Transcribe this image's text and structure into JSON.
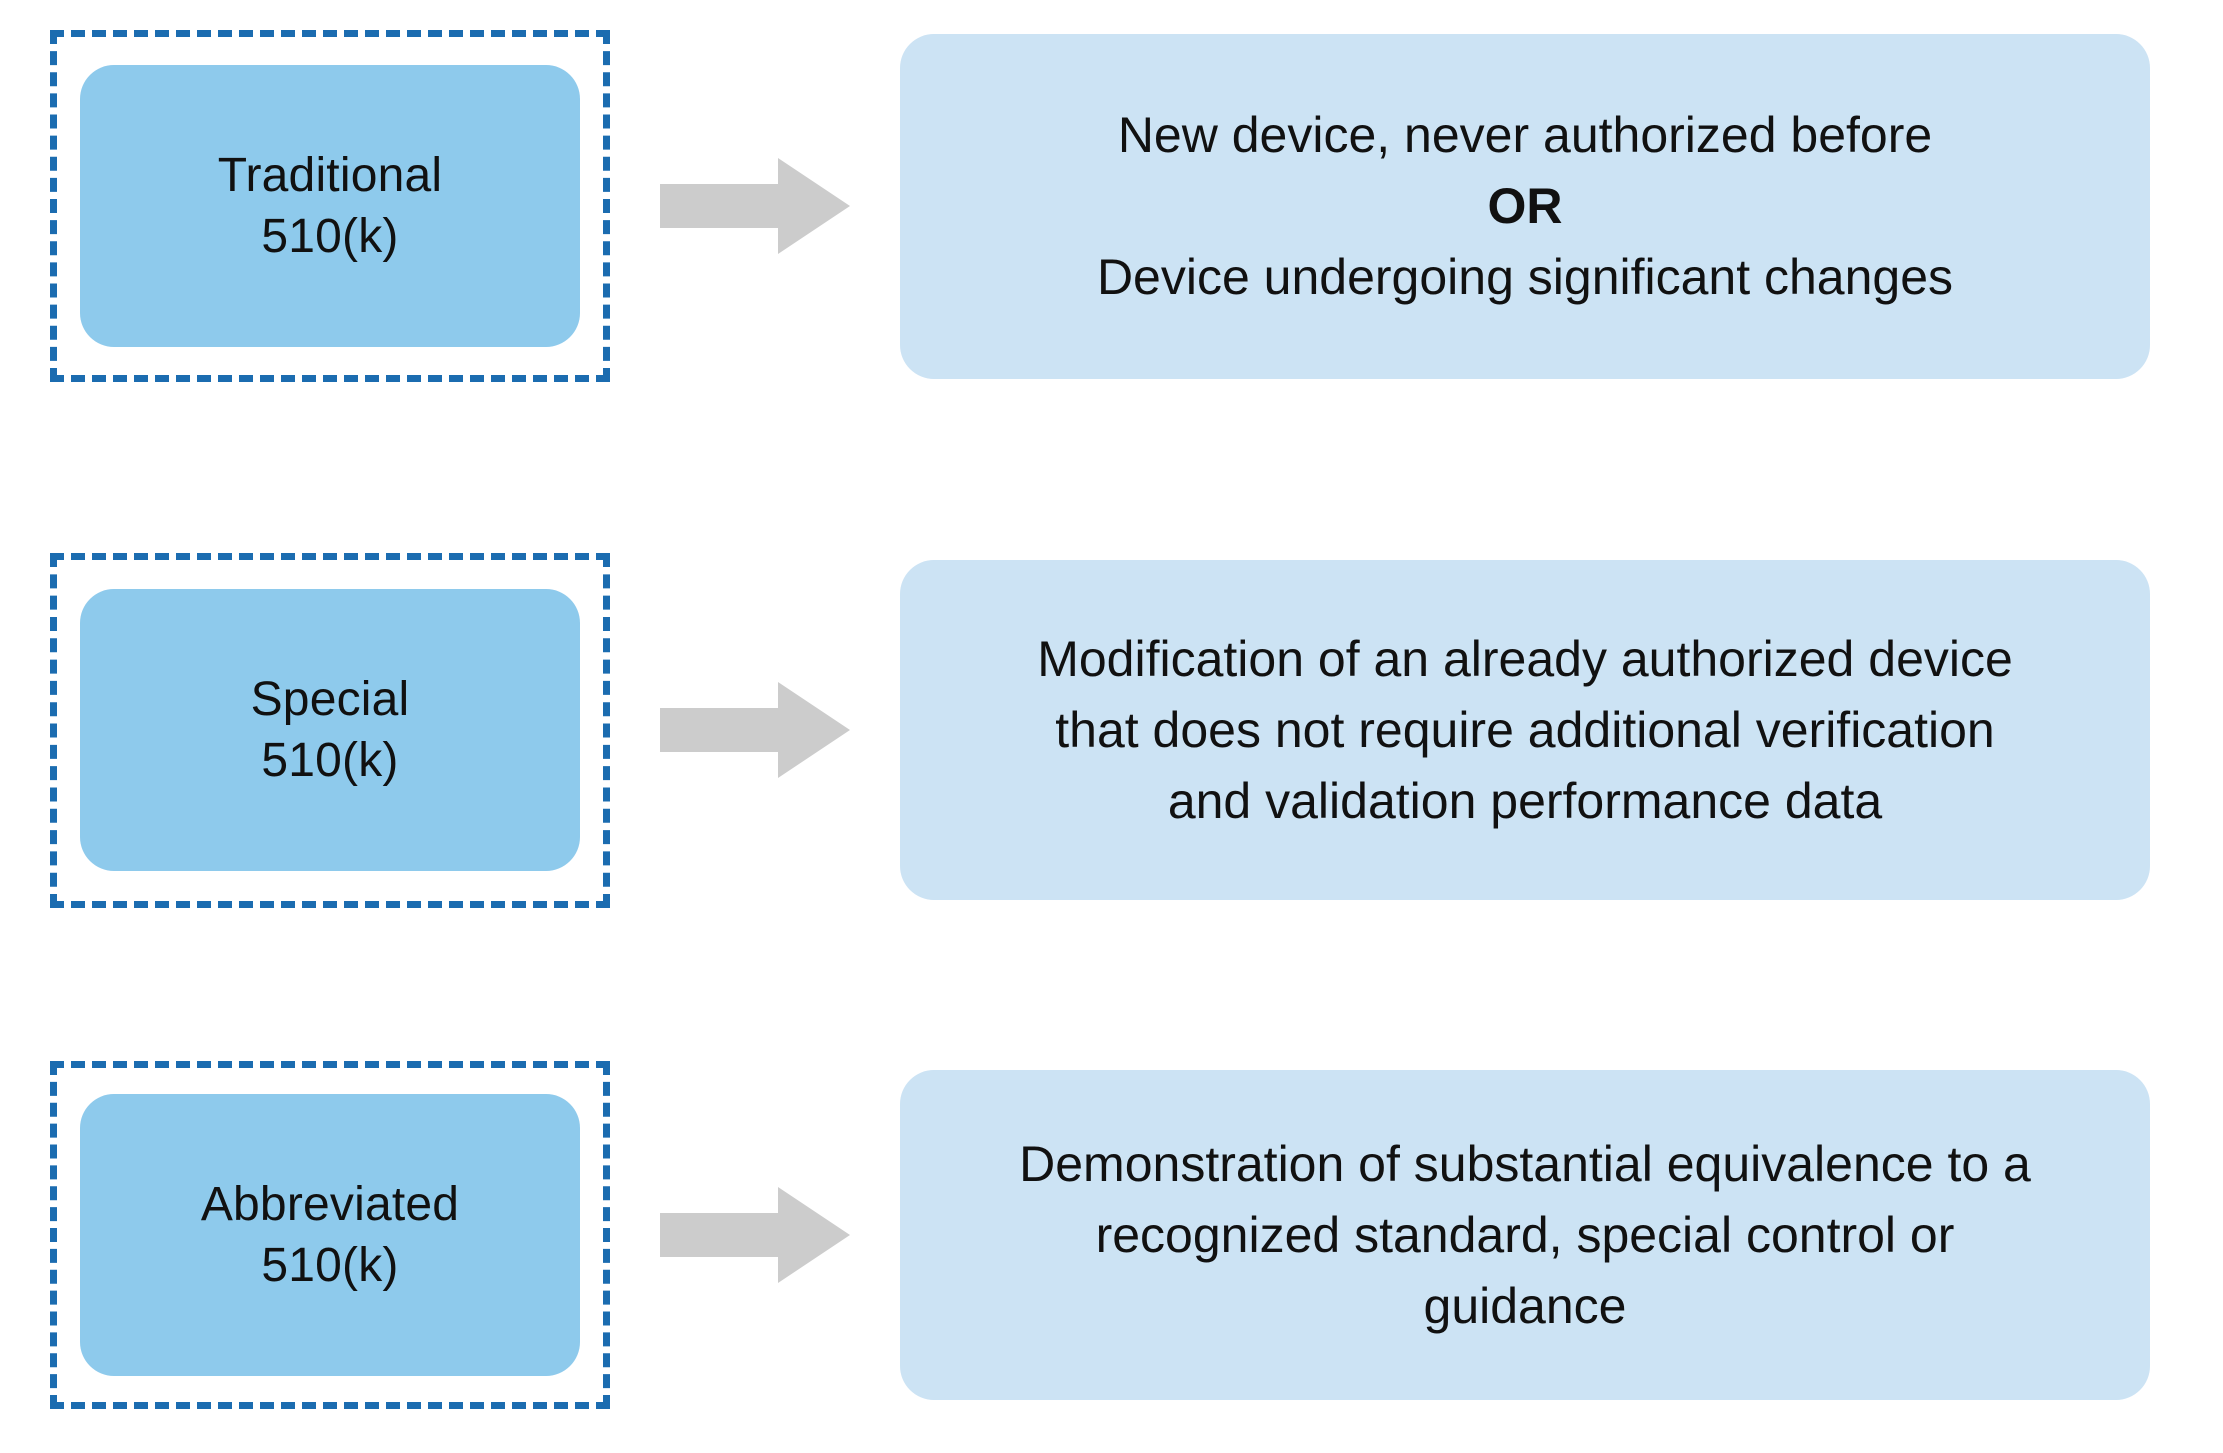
{
  "colors": {
    "dashed_border": "#1b6cb0",
    "category_box": "#8ecaec",
    "description_panel": "#cce3f4",
    "arrow": "#cccccc",
    "text": "#111111",
    "background": "#ffffff"
  },
  "diagram": {
    "type": "flow-mapping",
    "rows": [
      {
        "id": "traditional",
        "category": {
          "line1": "Traditional",
          "line2": "510(k)"
        },
        "arrow": "right-arrow-icon",
        "description": {
          "lines": [
            {
              "text": "New device, never authorized before",
              "bold": false
            },
            {
              "text": "OR",
              "bold": true
            },
            {
              "text": "Device undergoing significant changes",
              "bold": false
            }
          ]
        }
      },
      {
        "id": "special",
        "category": {
          "line1": "Special",
          "line2": "510(k)"
        },
        "arrow": "right-arrow-icon",
        "description": {
          "lines": [
            {
              "text": "Modification of an already authorized device",
              "bold": false
            },
            {
              "text": "that does not require additional verification",
              "bold": false
            },
            {
              "text": "and validation performance data",
              "bold": false
            }
          ]
        }
      },
      {
        "id": "abbreviated",
        "category": {
          "line1": "Abbreviated",
          "line2": "510(k)"
        },
        "arrow": "right-arrow-icon",
        "description": {
          "lines": [
            {
              "text": "Demonstration of substantial equivalence to a",
              "bold": false
            },
            {
              "text": "recognized standard, special control or",
              "bold": false
            },
            {
              "text": "guidance",
              "bold": false
            }
          ]
        }
      }
    ]
  }
}
